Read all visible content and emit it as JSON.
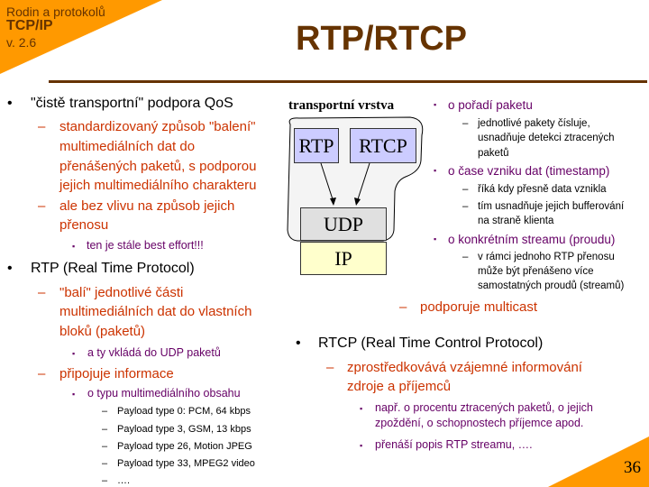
{
  "header": {
    "line1": "Rodin a protokolů",
    "line2": "TCP/IP",
    "line3": "v. 2.6"
  },
  "title": "RTP/RTCP",
  "page_number": "36",
  "colors": {
    "orange": "#FF9900",
    "title": "#663300",
    "red": "#CC3300",
    "purple": "#660066"
  },
  "left": {
    "b1": "\"čistě transportní\" podpora QoS",
    "b1_d1": [
      "standardizovaný způsob \"balení\"",
      "multimediálních dat do",
      "přenášených paketů, s podporou",
      "jejich multimediálního charakteru"
    ],
    "b1_d2": [
      "ale bez vlivu na způsob jejich",
      "přenosu"
    ],
    "b1_d2_s1": "ten je stále best effort!!!",
    "b2": "RTP (Real Time Protocol)",
    "b2_d1": [
      "\"balí\" jednotlivé části",
      "multimediálních dat do vlastních",
      "bloků (paketů)"
    ],
    "b2_d1_s1": "a ty vkládá do UDP paketů",
    "b2_d2": "připojuje informace",
    "b2_d2_s1": "o typu multimediálního obsahu",
    "payloads": [
      "Payload type 0: PCM, 64 kbps",
      "Payload type 3, GSM, 13 kbps",
      "Payload type 26, Motion JPEG",
      "Payload type 33, MPEG2 video",
      "…."
    ]
  },
  "diagram": {
    "label": "transportní vrstva",
    "rtp": "RTP",
    "rtcp": "RTCP",
    "udp": "UDP",
    "ip": "IP"
  },
  "right": {
    "s1": "o pořadí paketu",
    "s1_d": [
      "jednotlivé pakety čísluje,",
      "usnadňuje detekci ztracených",
      "paketů"
    ],
    "s2": "o čase vzniku dat (timestamp)",
    "s2_d1": "říká kdy přesně data vznikla",
    "s2_d2": [
      "tím usnadňuje jejich bufferování",
      "na straně klienta"
    ],
    "s3": "o konkrétním streamu (proudu)",
    "s3_d": [
      "v rámci jednoho RTP přenosu",
      "může být přenášeno více",
      "samostatných proudů (streamů)"
    ],
    "multicast": "podporuje multicast",
    "rtcp": "RTCP (Real Time Control Protocol)",
    "rtcp_d1": [
      "zprostředkovává vzájemné informování",
      "zdroje a příjemců"
    ],
    "rtcp_s1": [
      "např. o procentu ztracených paketů, o jejich",
      "zpoždění, o schopnostech příjemce apod."
    ],
    "rtcp_s2": "přenáší popis RTP streamu, …."
  }
}
